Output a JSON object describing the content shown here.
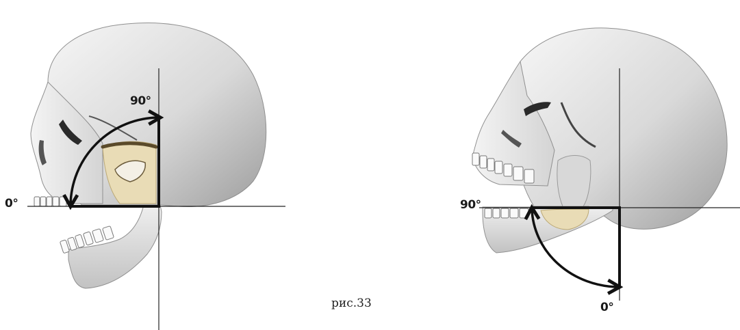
{
  "figure_1": {
    "label_top": "90°",
    "label_left": "0°"
  },
  "figure_2": {
    "label_left": "90°",
    "label_bottom": "0°"
  },
  "caption": "рис.33",
  "colors": {
    "bone_light": "#f2f2f2",
    "bone_shadow": "#bdbdbd",
    "jaw_highlight": "#e9dcb6",
    "arc": "#111111",
    "axis": "#222222"
  }
}
